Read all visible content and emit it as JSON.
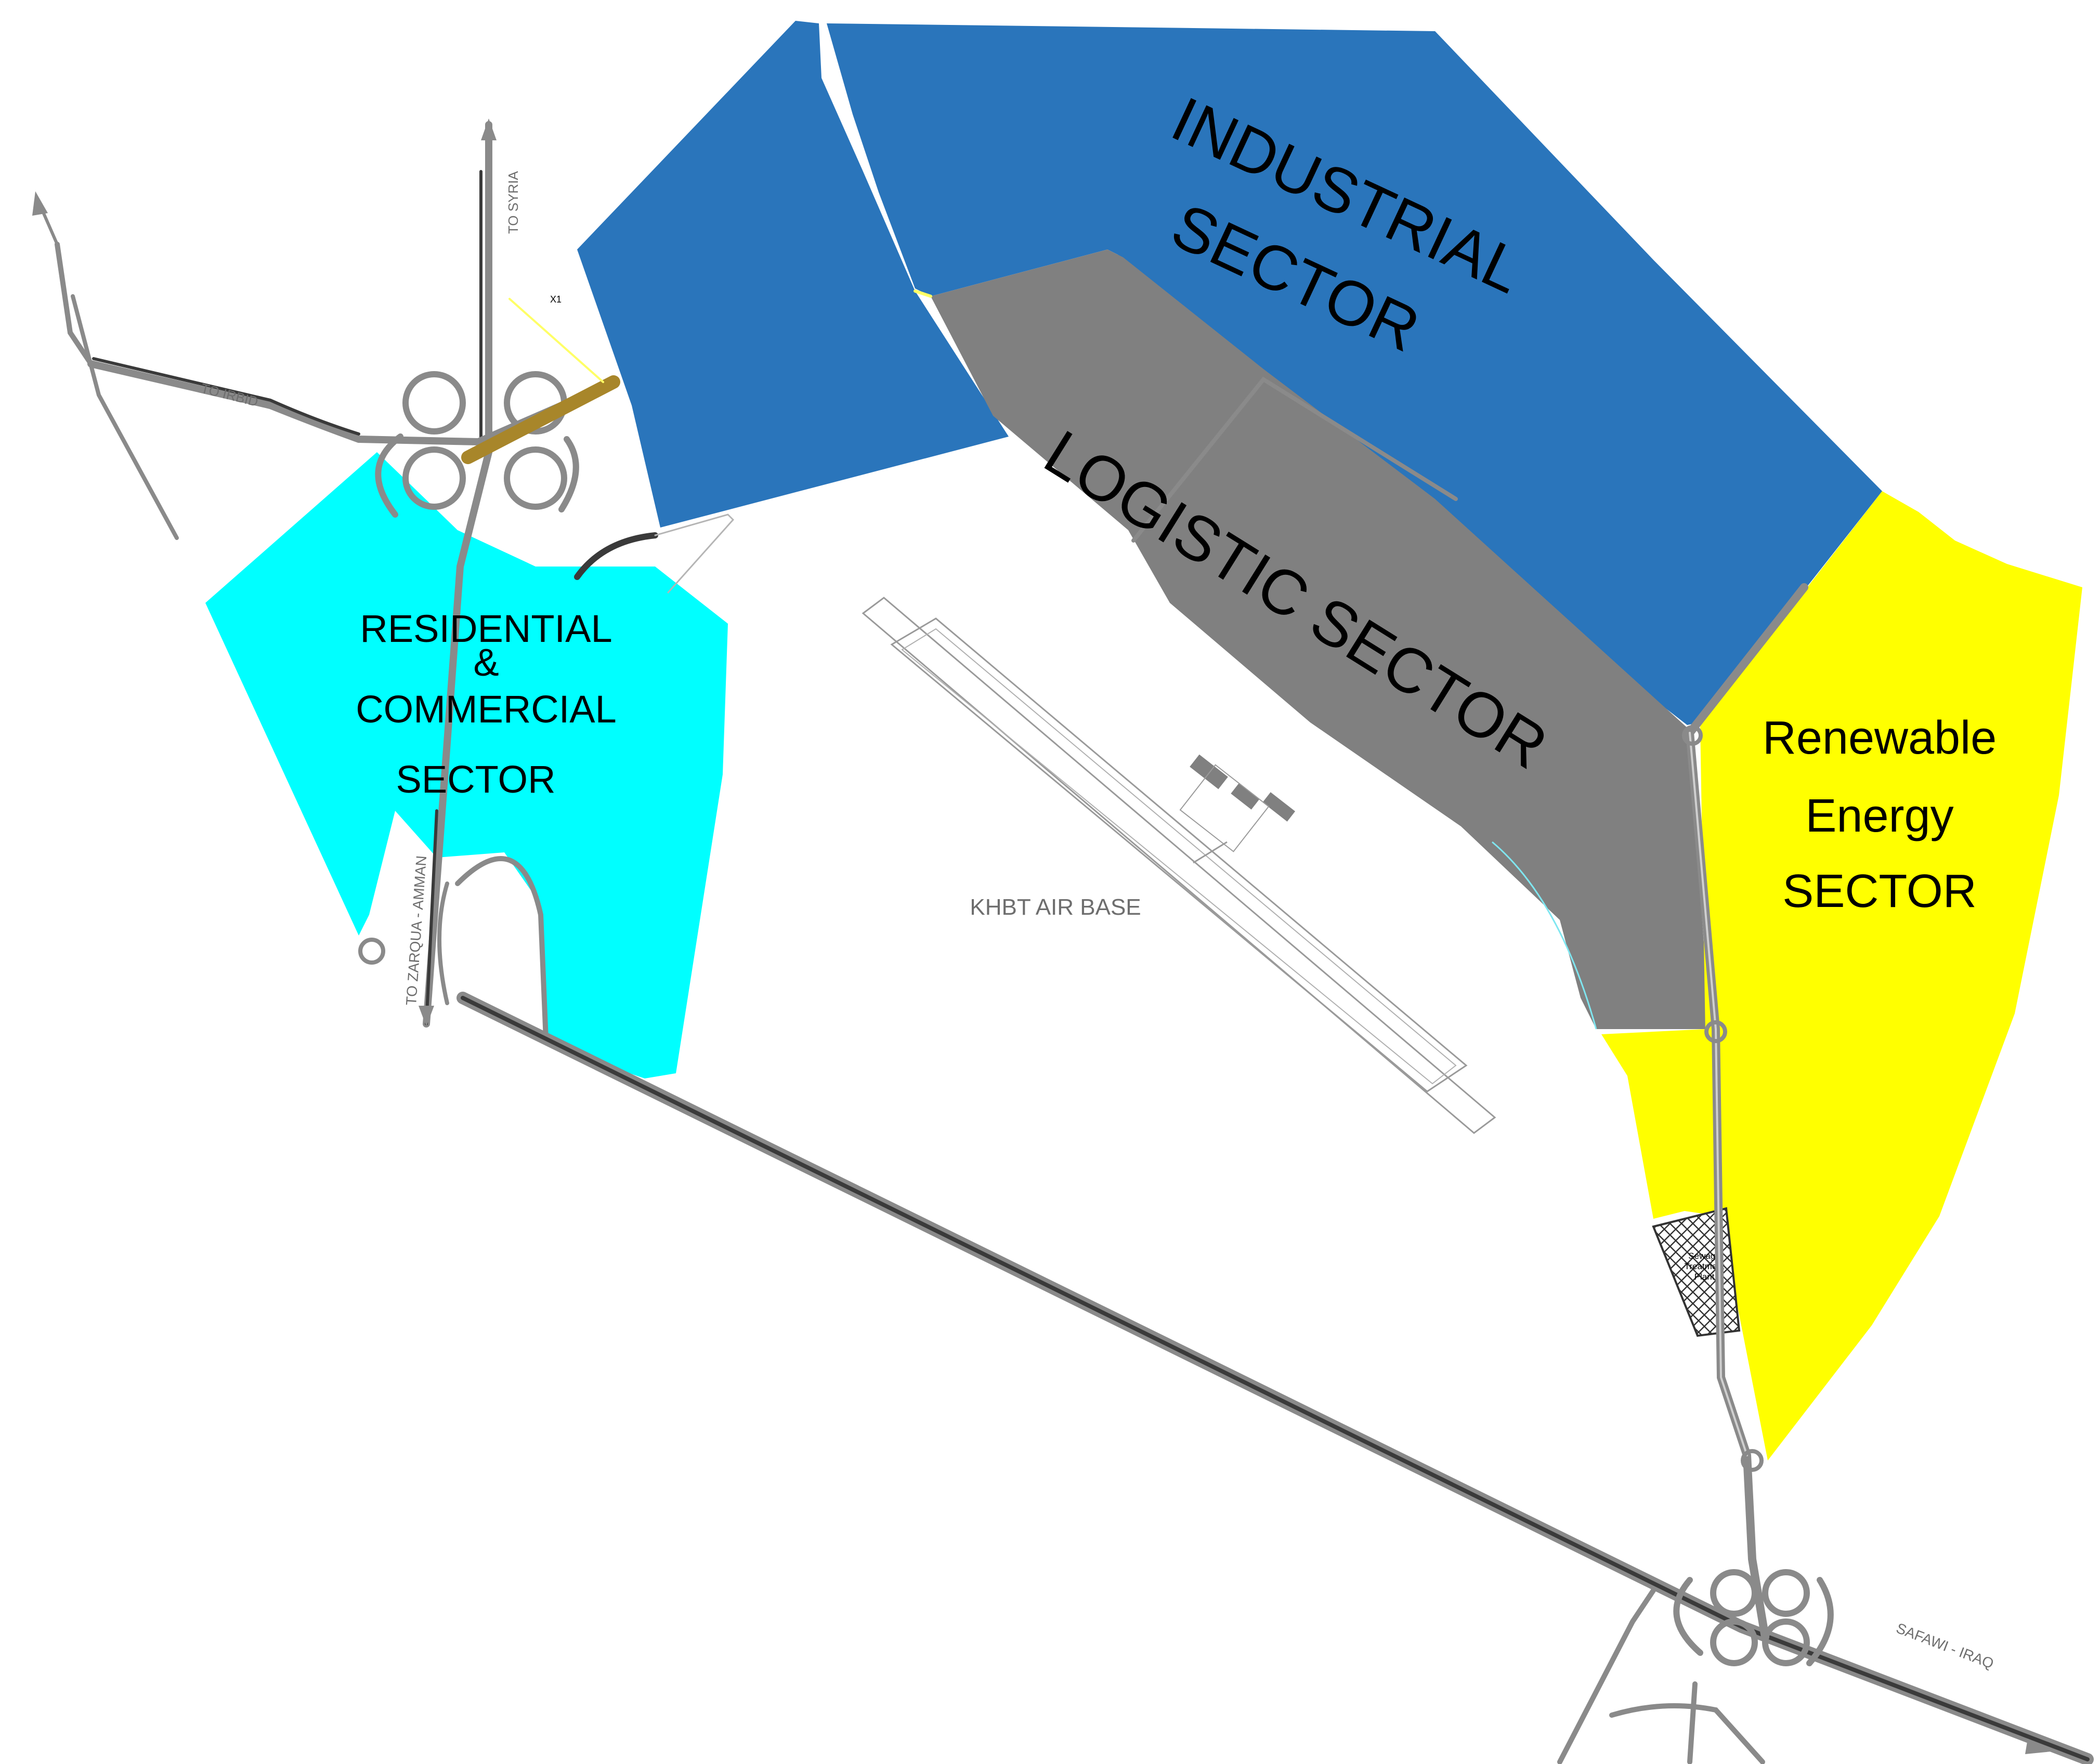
{
  "map": {
    "colors": {
      "industrial": "#2a75bb",
      "logistic": "#808080",
      "residential": "#00ffff",
      "renewable": "#ffff00",
      "road": "#8a8a8a",
      "road_dark": "#3a3a3a",
      "connector": "#a8862a"
    },
    "sectors": {
      "industrial": {
        "line1": "INDUSTRIAL",
        "line2": "SECTOR"
      },
      "logistic": {
        "line1": "LOGISTIC SECTOR"
      },
      "residential": {
        "line1": "RESIDENTIAL",
        "line2": "&",
        "line3": "COMMERCIAL",
        "line4": "SECTOR"
      },
      "renewable": {
        "line1": "Renewable",
        "line2": "Energy",
        "line3": "SECTOR"
      }
    },
    "labels": {
      "air_base": "KHBT AIR BASE",
      "to_syria": "TO SYRIA",
      "to_irbid": "TO IRBID",
      "to_zarqua": "TO ZARQUA - AMMAN",
      "safawi": "SAFAWI - IRAQ",
      "x1": "X1",
      "sewage_line1": "Sewage",
      "sewage_line2": "Treatment",
      "sewage_line3": "Plant"
    }
  }
}
